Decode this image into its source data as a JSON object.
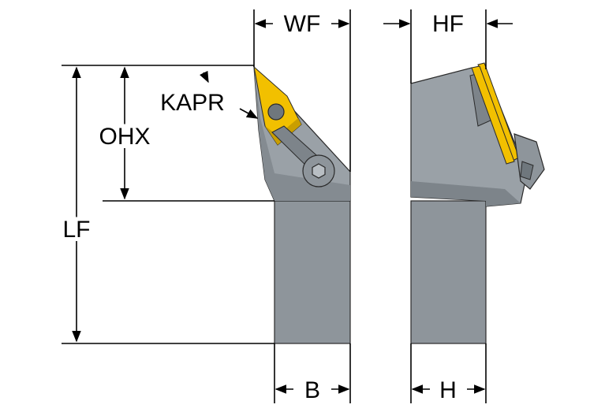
{
  "labels": {
    "wf": "WF",
    "hf": "HF",
    "kapr": "KAPR",
    "ohx": "OHX",
    "lf": "LF",
    "b": "B",
    "h": "H"
  },
  "colors": {
    "shank": "#8e959b",
    "shank_shadow": "#7d848a",
    "shank_light": "#9aa1a7",
    "insert": "#f2c000",
    "insert_shadow": "#b89200",
    "screw": "#6f777d",
    "outline": "#2a2a2a",
    "dimension": "#000000",
    "background": "#ffffff"
  }
}
